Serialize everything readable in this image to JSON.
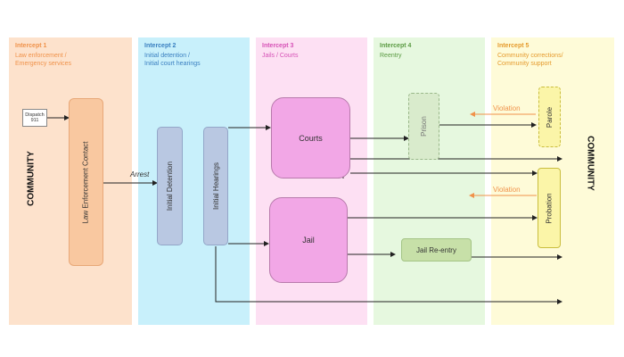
{
  "lanes": [
    {
      "title": "Intercept 1",
      "subtitle": "Law enforcement /\nEmergency services",
      "bg": "#fde2cc",
      "color": "#f0924a"
    },
    {
      "title": "Intercept 2",
      "subtitle": "Initial detention /\nInitial court hearings",
      "bg": "#c8f0fb",
      "color": "#3a7fc0"
    },
    {
      "title": "Intercept 3",
      "subtitle": "Jails / Courts",
      "bg": "#fde0f3",
      "color": "#d651b6"
    },
    {
      "title": "Intercept 4",
      "subtitle": "Reentry",
      "bg": "#e6f8df",
      "color": "#5a9a42"
    },
    {
      "title": "Intercept 5",
      "subtitle": "Community corrections/\nCommunity support",
      "bg": "#fefbd8",
      "color": "#e59a2c"
    }
  ],
  "community_left": "COMMUNITY",
  "community_right": "COMMUNITY",
  "nodes": {
    "dispatch": "Dispatch\n911",
    "law_enforcement": "Law Enforcement Contact",
    "initial_detention": "Initial Detention",
    "initial_hearings": "Initial Hearings",
    "courts": "Courts",
    "jail": "Jail",
    "prison": "Prison",
    "jail_reentry": "Jail Re-entry",
    "parole": "Parole",
    "probation": "Probation"
  },
  "edge_labels": {
    "arrest": "Arrest",
    "violation_parole": "Violation",
    "violation_probation": "Violation"
  },
  "colors": {
    "law_enforcement": "#f9c8a0",
    "detention": "#b9c8e2",
    "court_jail": "#f2a7e6",
    "prison": "#d9ebcc",
    "reentry": "#c7e0a8",
    "parole": "#fbf5a8",
    "violation": "#f0924a"
  }
}
